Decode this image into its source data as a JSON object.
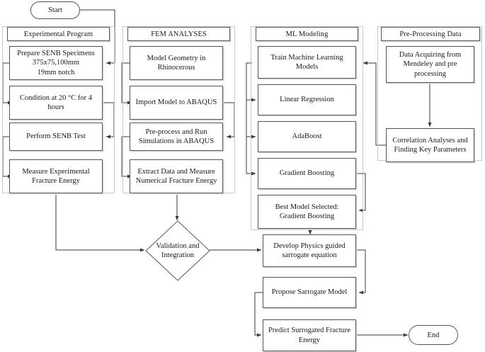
{
  "diagram": {
    "title_implicit": "Research methodology flowchart",
    "terminators": {
      "start": "Start",
      "end": "End"
    },
    "panels": [
      {
        "id": "experimental",
        "title": "Experimental Program",
        "nodes": [
          {
            "id": "prepare-senb",
            "lines": [
              "Prepare SENB Specimens",
              "375x75,100mm",
              "19mm notch"
            ]
          },
          {
            "id": "condition",
            "lines": [
              "Condition at 20 °C for 4",
              "hours"
            ]
          },
          {
            "id": "perform-senb",
            "lines": [
              "Perform SENB Test"
            ]
          },
          {
            "id": "measure-exp",
            "lines": [
              "Measure Experimental",
              "Fracture Energy"
            ]
          }
        ]
      },
      {
        "id": "fem",
        "title": "FEM ANALYSES",
        "nodes": [
          {
            "id": "model-geometry",
            "lines": [
              "Model Geometry in",
              "Rhinocerous"
            ]
          },
          {
            "id": "import-abaqus",
            "lines": [
              "Import Model to ABAQUS"
            ]
          },
          {
            "id": "preprocess-run",
            "lines": [
              "Pre-process and Run",
              "Simulations in ABAQUS"
            ]
          },
          {
            "id": "extract-data",
            "lines": [
              "Extract Data and Measure",
              "Numerical Fracture Energy"
            ]
          }
        ]
      },
      {
        "id": "ml",
        "title": "ML Modeling",
        "nodes": [
          {
            "id": "train-models",
            "lines": [
              "Train Machine Learning",
              "Models"
            ]
          },
          {
            "id": "linear-regression",
            "lines": [
              "Linear Regression"
            ]
          },
          {
            "id": "adaboost",
            "lines": [
              "AdaBoost"
            ]
          },
          {
            "id": "gradient-boosting",
            "lines": [
              "Gradient Boosting"
            ]
          },
          {
            "id": "best-model",
            "lines": [
              "Best Model Selected:",
              "Gradient Boosting"
            ]
          }
        ]
      },
      {
        "id": "preprocessing",
        "title": "Pre-Processing Data",
        "nodes": [
          {
            "id": "data-acquiring",
            "lines": [
              "Data Acquiring from",
              "Mendeley and pre",
              "processing"
            ]
          },
          {
            "id": "correlation",
            "lines": [
              "Correlation Analyses and",
              "Finding Key Parameters"
            ]
          }
        ]
      }
    ],
    "decision": {
      "id": "validation",
      "lines": [
        "Validation and",
        "Integration"
      ]
    },
    "bottom_nodes": [
      {
        "id": "develop-equation",
        "lines": [
          "Develop Physics guided",
          "sarrogate equation"
        ]
      },
      {
        "id": "propose-model",
        "lines": [
          "Propose Sarrogate Model"
        ]
      },
      {
        "id": "predict-energy",
        "lines": [
          "Predict Surrogated Fracture",
          "Energy"
        ]
      }
    ],
    "colors": {
      "node_border": "#555555",
      "panel_border": "#c9c9c9",
      "shadow": "#d8d8d8",
      "wire": "#3a3a3a",
      "background": "#ffffff",
      "text": "#1a1a1a"
    }
  }
}
